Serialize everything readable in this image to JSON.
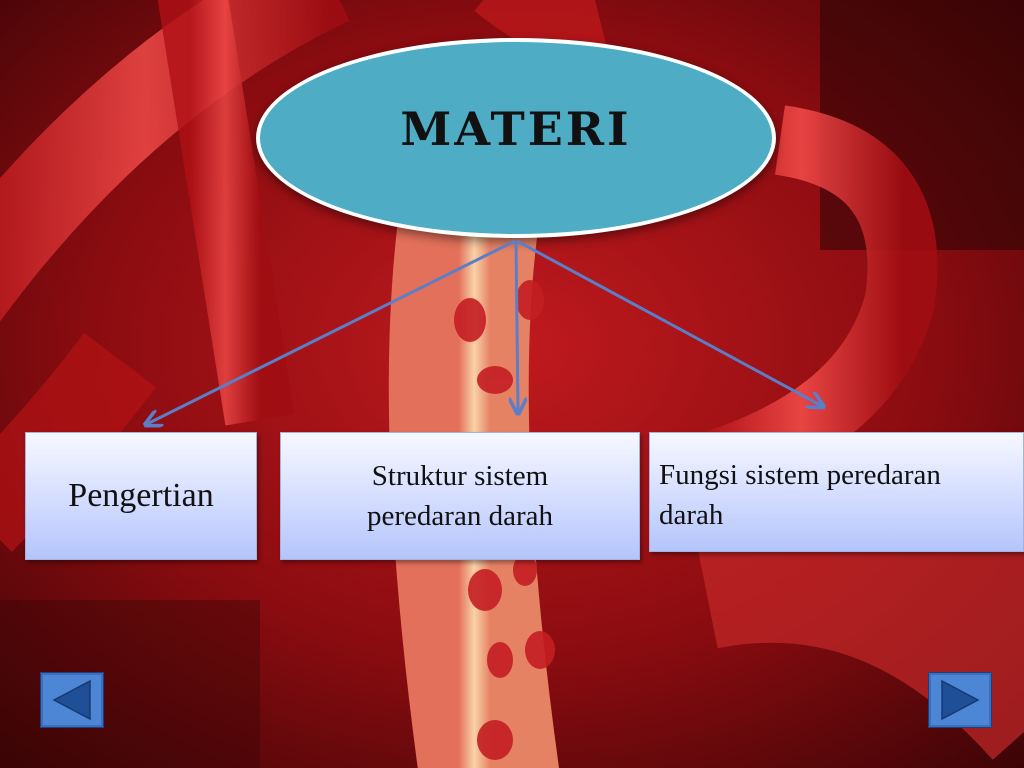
{
  "diagram": {
    "root": {
      "label": "MATERI"
    },
    "children": [
      {
        "label": "Pengertian"
      },
      {
        "label": "Struktur sistem peredaran darah"
      },
      {
        "label": "Fungsi sistem peredaran darah"
      }
    ]
  },
  "navigation": {
    "prev_icon": "triangle-left-icon",
    "next_icon": "triangle-right-icon"
  },
  "colors": {
    "ellipse_fill": "#4eacc4",
    "arrow": "#5b7ec8",
    "box_top": "#f6f8ff",
    "box_bottom": "#b4c5fb",
    "nav_button": "#3a6fc0"
  }
}
